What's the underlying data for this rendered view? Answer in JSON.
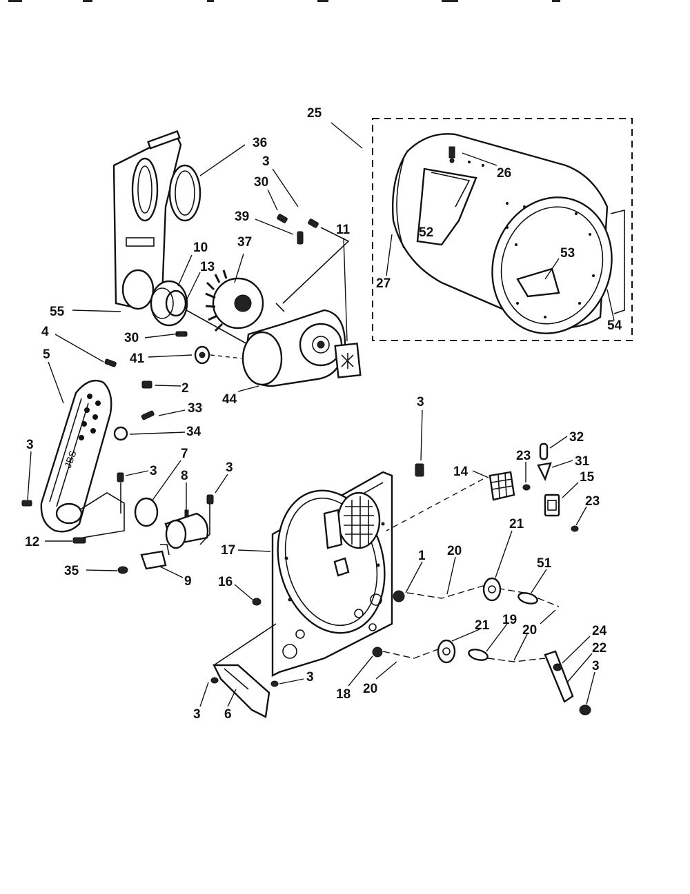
{
  "diagram": {
    "labels": [
      "25",
      "36",
      "3",
      "30",
      "39",
      "37",
      "10",
      "13",
      "55",
      "11",
      "26",
      "52",
      "27",
      "53",
      "54",
      "4",
      "30",
      "41",
      "2",
      "44",
      "5",
      "33",
      "34",
      "3",
      "7",
      "3",
      "8",
      "3",
      "12",
      "35",
      "9",
      "3",
      "14",
      "23",
      "32",
      "31",
      "15",
      "23",
      "17",
      "1",
      "20",
      "21",
      "51",
      "16",
      "21",
      "19",
      "20",
      "24",
      "22",
      "3",
      "18",
      "20",
      "3",
      "6",
      "3"
    ]
  }
}
